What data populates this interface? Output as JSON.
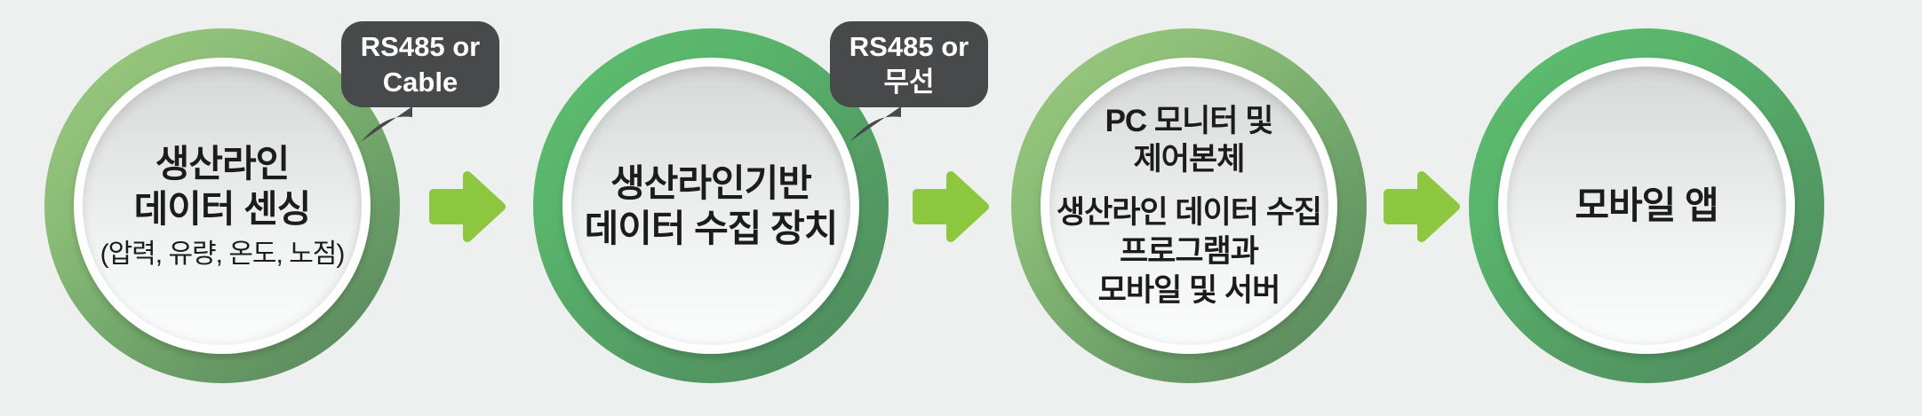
{
  "diagram": {
    "nodes": [
      {
        "title": "생산라인\n데이터 센싱",
        "subtitle": "(압력, 유량, 온도, 노점)",
        "bubble": "RS485 or\nCable"
      },
      {
        "title": "생산라인기반\n데이터 수집 장치",
        "bubble": "RS485 or\n무선"
      },
      {
        "title": "PC 모니터 및\n제어본체",
        "body": "생산라인 데이터 수집\n프로그램과\n모바일 및 서버"
      },
      {
        "title": "모바일 앱"
      }
    ]
  },
  "colors": {
    "background": "#eef0ef",
    "ring_light_green": "#9ccb7f",
    "ring_bright_green": "#5ec06f",
    "ring_dark_green": "#55825c",
    "disc_gray_top": "#d6d7d7",
    "disc_gray_bottom": "#fbfcfc",
    "arrow_green": "#8dc63f",
    "bubble_background": "#47494a",
    "bubble_text": "#ffffff",
    "node_text": "#1c1c1c"
  }
}
